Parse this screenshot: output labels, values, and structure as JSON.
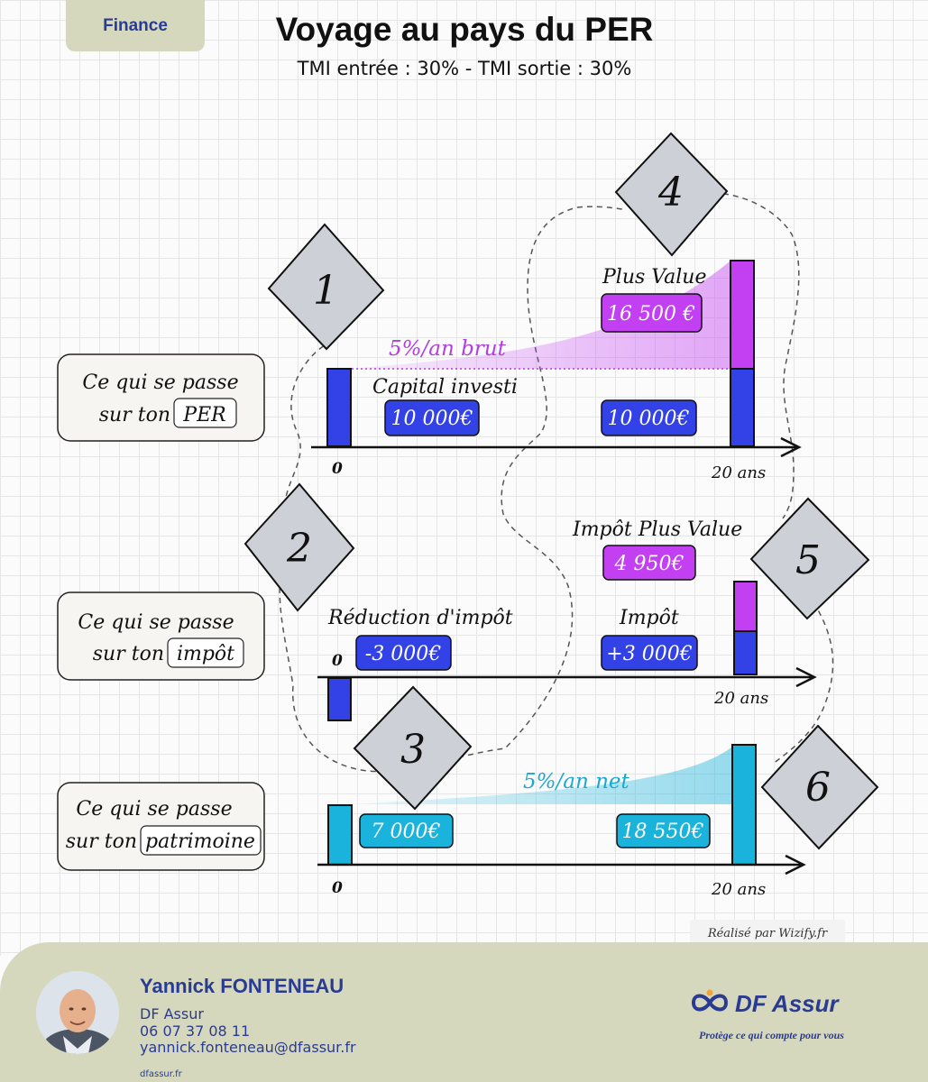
{
  "header": {
    "category": "Finance",
    "title": "Voyage au pays du PER",
    "subtitle": "TMI entrée : 30% - TMI sortie : 30%"
  },
  "rows": [
    {
      "label_line1": "Ce qui se passe",
      "label_line2_prefix": "sur ton",
      "label_boxed": "PER",
      "start_label": "0",
      "end_label": "20 ans",
      "left_heading": "Capital investi",
      "left_value": "10 000€",
      "right_value": "10 000€",
      "right_heading": "Plus Value",
      "right_top_value": "16 500 €",
      "growth_label": "5%/an brut"
    },
    {
      "label_line1": "Ce qui se passe",
      "label_line2_prefix": "sur ton",
      "label_boxed": "impôt",
      "start_label": "0",
      "end_label": "20 ans",
      "left_heading": "Réduction d'impôt",
      "left_value": "-3 000€",
      "right_heading": "Impôt",
      "right_value": "+3 000€",
      "right_top_heading": "Impôt Plus Value",
      "right_top_value": "4 950€"
    },
    {
      "label_line1": "Ce qui se passe",
      "label_line2_prefix": "sur ton",
      "label_boxed": "patrimoine",
      "start_label": "0",
      "end_label": "20 ans",
      "left_value": "7 000€",
      "right_value": "18 550€",
      "growth_label": "5%/an net"
    }
  ],
  "steps": [
    "1",
    "2",
    "3",
    "4",
    "5",
    "6"
  ],
  "colors": {
    "per_blue": "#3342e6",
    "plus_value_purple": "#c23ff2",
    "patrimoine_cyan": "#1ab3dc",
    "brand_blue": "#2a3b92",
    "diamond_gray": "#cdd1d7"
  },
  "credit": "Réalisé par Wizify.fr",
  "footer": {
    "name": "Yannick FONTENEAU",
    "company": "DF Assur",
    "phone": "06 07 37 08 11",
    "email": "yannick.fonteneau@dfassur.fr",
    "website": "dfassur.fr",
    "logo_text": "DF Assur",
    "tagline": "Protège ce qui compte pour vous"
  }
}
